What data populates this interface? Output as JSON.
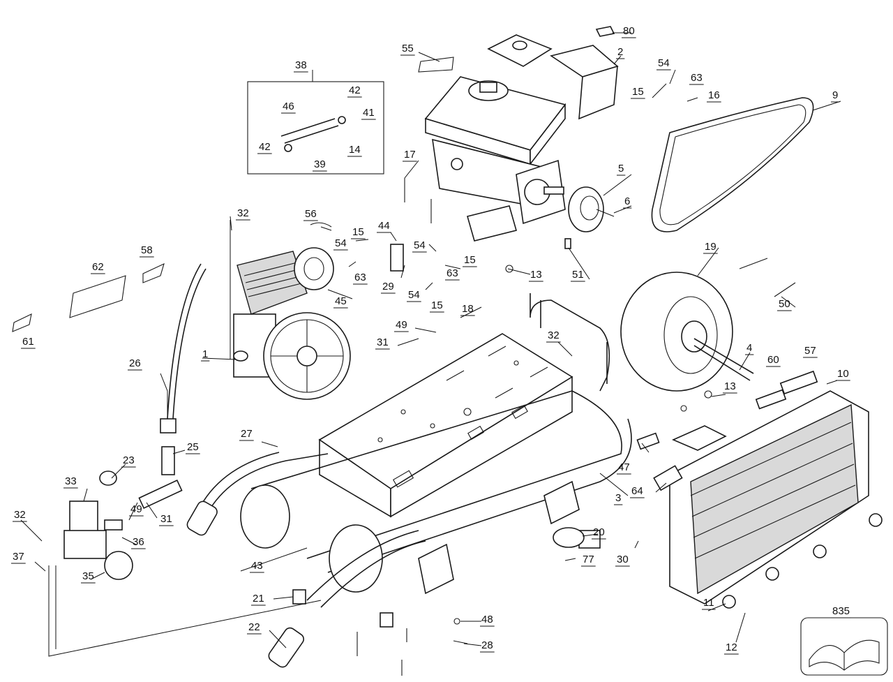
{
  "diagram": {
    "title": "",
    "part_numbers": [
      "1",
      "2",
      "3",
      "4",
      "5",
      "6",
      "9",
      "10",
      "11",
      "12",
      "13",
      "13",
      "14",
      "15",
      "15",
      "15",
      "15",
      "16",
      "17",
      "18",
      "19",
      "20",
      "21",
      "22",
      "23",
      "25",
      "26",
      "27",
      "28",
      "29",
      "30",
      "31",
      "31",
      "32",
      "32",
      "32",
      "33",
      "35",
      "36",
      "37",
      "38",
      "39",
      "41",
      "42",
      "42",
      "43",
      "44",
      "45",
      "46",
      "47",
      "48",
      "49",
      "49",
      "50",
      "51",
      "54",
      "54",
      "54",
      "54",
      "55",
      "56",
      "57",
      "58",
      "60",
      "61",
      "62",
      "63",
      "63",
      "63",
      "64",
      "77",
      "80",
      "835"
    ]
  }
}
